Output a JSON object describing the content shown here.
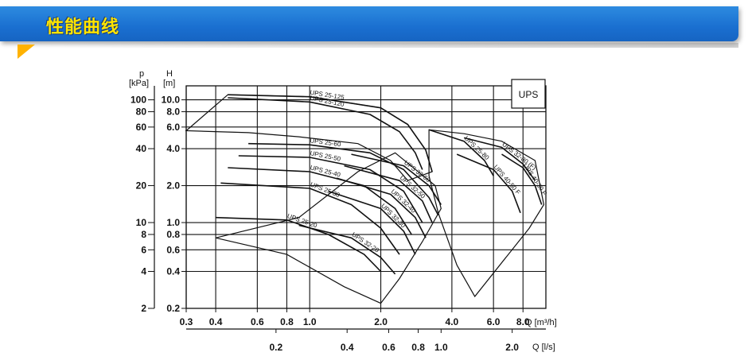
{
  "header": {
    "title": "性能曲线"
  },
  "chart_data": {
    "type": "line",
    "title": "",
    "box_label": "UPS",
    "x_axis": {
      "label": "Q [m³/h]",
      "scale": "log",
      "range": [
        0.3,
        10.0
      ],
      "ticks": [
        0.3,
        0.4,
        0.6,
        0.8,
        1.0,
        2.0,
        4.0,
        6.0,
        8.0
      ],
      "tick_labels": [
        "0.3",
        "0.4",
        "0.6",
        "0.8",
        "1.0",
        "2.0",
        "4.0",
        "6.0",
        "8.0"
      ]
    },
    "x2_axis": {
      "label": "Q [l/s]",
      "scale": "log",
      "ticks": [
        0.2,
        0.4,
        0.6,
        0.8,
        1.0,
        2.0
      ],
      "tick_labels": [
        "0.2",
        "0.4",
        "0.6",
        "0.8",
        "1.0",
        "2.0"
      ]
    },
    "y_axis": {
      "label": "H [m]",
      "scale": "log",
      "range": [
        0.2,
        13.0
      ],
      "ticks": [
        0.2,
        0.4,
        0.6,
        0.8,
        1.0,
        2.0,
        4.0,
        6.0,
        8.0,
        10.0
      ],
      "tick_labels": [
        "0.2",
        "0.4",
        "0.6",
        "0.8",
        "1.0",
        "2.0",
        "4.0",
        "6.0",
        "8.0",
        "10.0"
      ]
    },
    "y2_axis": {
      "label": "p [kPa]",
      "tick_labels": [
        "2",
        "4",
        "6",
        "8",
        "10",
        "20",
        "40",
        "60",
        "80",
        "100"
      ],
      "ticks_m": [
        0.2,
        0.4,
        0.6,
        0.8,
        1.0,
        2.0,
        4.0,
        6.0,
        8.0,
        10.0
      ]
    },
    "grid": true,
    "series": [
      {
        "name": "UPS 25-125",
        "x": [
          0.45,
          1.0,
          2.0,
          2.6,
          3.1,
          3.3
        ],
        "y": [
          11.0,
          10.6,
          8.6,
          6.3,
          3.9,
          2.6
        ]
      },
      {
        "name": "UPS 25-120",
        "x": [
          0.45,
          1.0,
          1.8,
          2.4,
          2.8,
          3.0
        ],
        "y": [
          10.4,
          9.6,
          7.6,
          5.5,
          3.7,
          2.7
        ]
      },
      {
        "name": "UPS 25-60",
        "x": [
          0.55,
          1.0,
          1.8,
          2.5,
          3.2,
          3.5
        ],
        "y": [
          4.4,
          4.3,
          3.7,
          2.7,
          1.6,
          1.15
        ]
      },
      {
        "name": "UPS 25-50",
        "x": [
          0.5,
          1.0,
          1.8,
          2.5,
          3.0
        ],
        "y": [
          3.5,
          3.4,
          2.7,
          1.8,
          1.0
        ]
      },
      {
        "name": "UPS 25-40",
        "x": [
          0.45,
          1.0,
          1.7,
          2.3,
          2.7
        ],
        "y": [
          2.8,
          2.6,
          2.0,
          1.3,
          0.8
        ]
      },
      {
        "name": "UPS 25-30",
        "x": [
          0.42,
          1.0,
          1.5,
          2.0,
          2.4
        ],
        "y": [
          2.1,
          1.9,
          1.4,
          0.9,
          0.55
        ]
      },
      {
        "name": "UPS 25-20",
        "x": [
          0.4,
          0.8,
          1.2,
          1.7,
          2.0
        ],
        "y": [
          1.1,
          1.05,
          0.8,
          0.55,
          0.4
        ]
      },
      {
        "name": "UPS 32-60",
        "x": [
          1.5,
          2.5,
          3.2,
          3.6
        ],
        "y": [
          3.6,
          2.9,
          2.0,
          1.4
        ]
      },
      {
        "name": "UPS 32-50",
        "x": [
          1.4,
          2.4,
          3.0,
          3.3
        ],
        "y": [
          2.9,
          2.2,
          1.5,
          1.0
        ]
      },
      {
        "name": "UPS 32-40",
        "x": [
          1.3,
          2.2,
          2.8,
          3.1
        ],
        "y": [
          2.3,
          1.7,
          1.1,
          0.75
        ]
      },
      {
        "name": "UPS 32-30",
        "x": [
          1.2,
          2.0,
          2.5,
          2.8
        ],
        "y": [
          1.8,
          1.3,
          0.85,
          0.55
        ]
      },
      {
        "name": "UPS 32-20",
        "x": [
          0.9,
          1.5,
          2.0,
          2.3
        ],
        "y": [
          0.95,
          0.75,
          0.52,
          0.38
        ]
      },
      {
        "name": "UPS 25-80",
        "x": [
          3.2,
          4.5,
          5.5,
          6.0
        ],
        "y": [
          5.7,
          4.6,
          3.2,
          2.4
        ]
      },
      {
        "name": "UPS 32-80 (F)",
        "x": [
          4.5,
          6.5,
          8.0,
          9.0
        ],
        "y": [
          4.9,
          4.1,
          3.0,
          2.2
        ]
      },
      {
        "name": "UPS 40-50 F",
        "x": [
          4.2,
          6.0,
          7.2,
          7.8
        ],
        "y": [
          3.6,
          2.7,
          1.8,
          1.2
        ]
      },
      {
        "name": "UPS 40-30 F",
        "x": [
          6.5,
          8.0,
          9.0,
          9.6
        ],
        "y": [
          3.6,
          2.8,
          2.0,
          1.4
        ]
      }
    ]
  }
}
